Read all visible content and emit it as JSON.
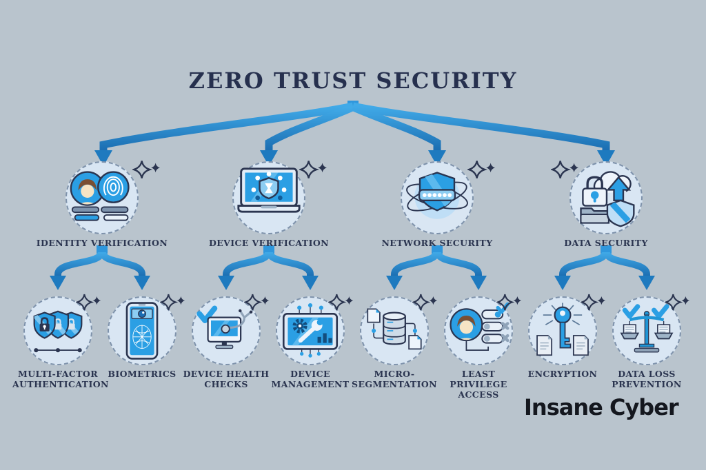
{
  "title": "ZERO TRUST SECURITY",
  "logo": {
    "text": "Insane Cyber"
  },
  "palette": {
    "background": "#b9c4cd",
    "title_navy": "#26304e",
    "label_navy": "#2b3550",
    "arrow_blue_light": "#41aae8",
    "arrow_blue_dark": "#1a6cb0",
    "icon_blue": "#2b9fe4",
    "icon_blue_dark": "#1b6db3",
    "icon_circle_bg": "#d9e6f3",
    "logo_black": "#14171e"
  },
  "branches": [
    {
      "label": "IDENTITY VERIFICATION",
      "icon": "identity-verification-icon",
      "children": [
        {
          "label": "MULTI-FACTOR AUTHENTICATION",
          "icon": "multi-factor-authentication-icon"
        },
        {
          "label": "BIOMETRICS",
          "icon": "biometrics-icon"
        }
      ]
    },
    {
      "label": "DEVICE VERIFICATION",
      "icon": "device-verification-icon",
      "children": [
        {
          "label": "DEVICE HEALTH CHECKS",
          "icon": "device-health-checks-icon"
        },
        {
          "label": "DEVICE MANAGEMENT",
          "icon": "device-management-icon"
        }
      ]
    },
    {
      "label": "NETWORK SECURITY",
      "icon": "network-security-icon",
      "children": [
        {
          "label": "MICRO-SEGMENTATION",
          "icon": "micro-segmentation-icon"
        },
        {
          "label": "LEAST PRIVILEGE ACCESS",
          "icon": "least-privilege-access-icon"
        }
      ]
    },
    {
      "label": "DATA SECURITY",
      "icon": "data-security-icon",
      "children": [
        {
          "label": "ENCRYPTION",
          "icon": "encryption-icon"
        },
        {
          "label": "DATA LOSS PREVENTION",
          "icon": "data-loss-prevention-icon"
        }
      ]
    }
  ]
}
